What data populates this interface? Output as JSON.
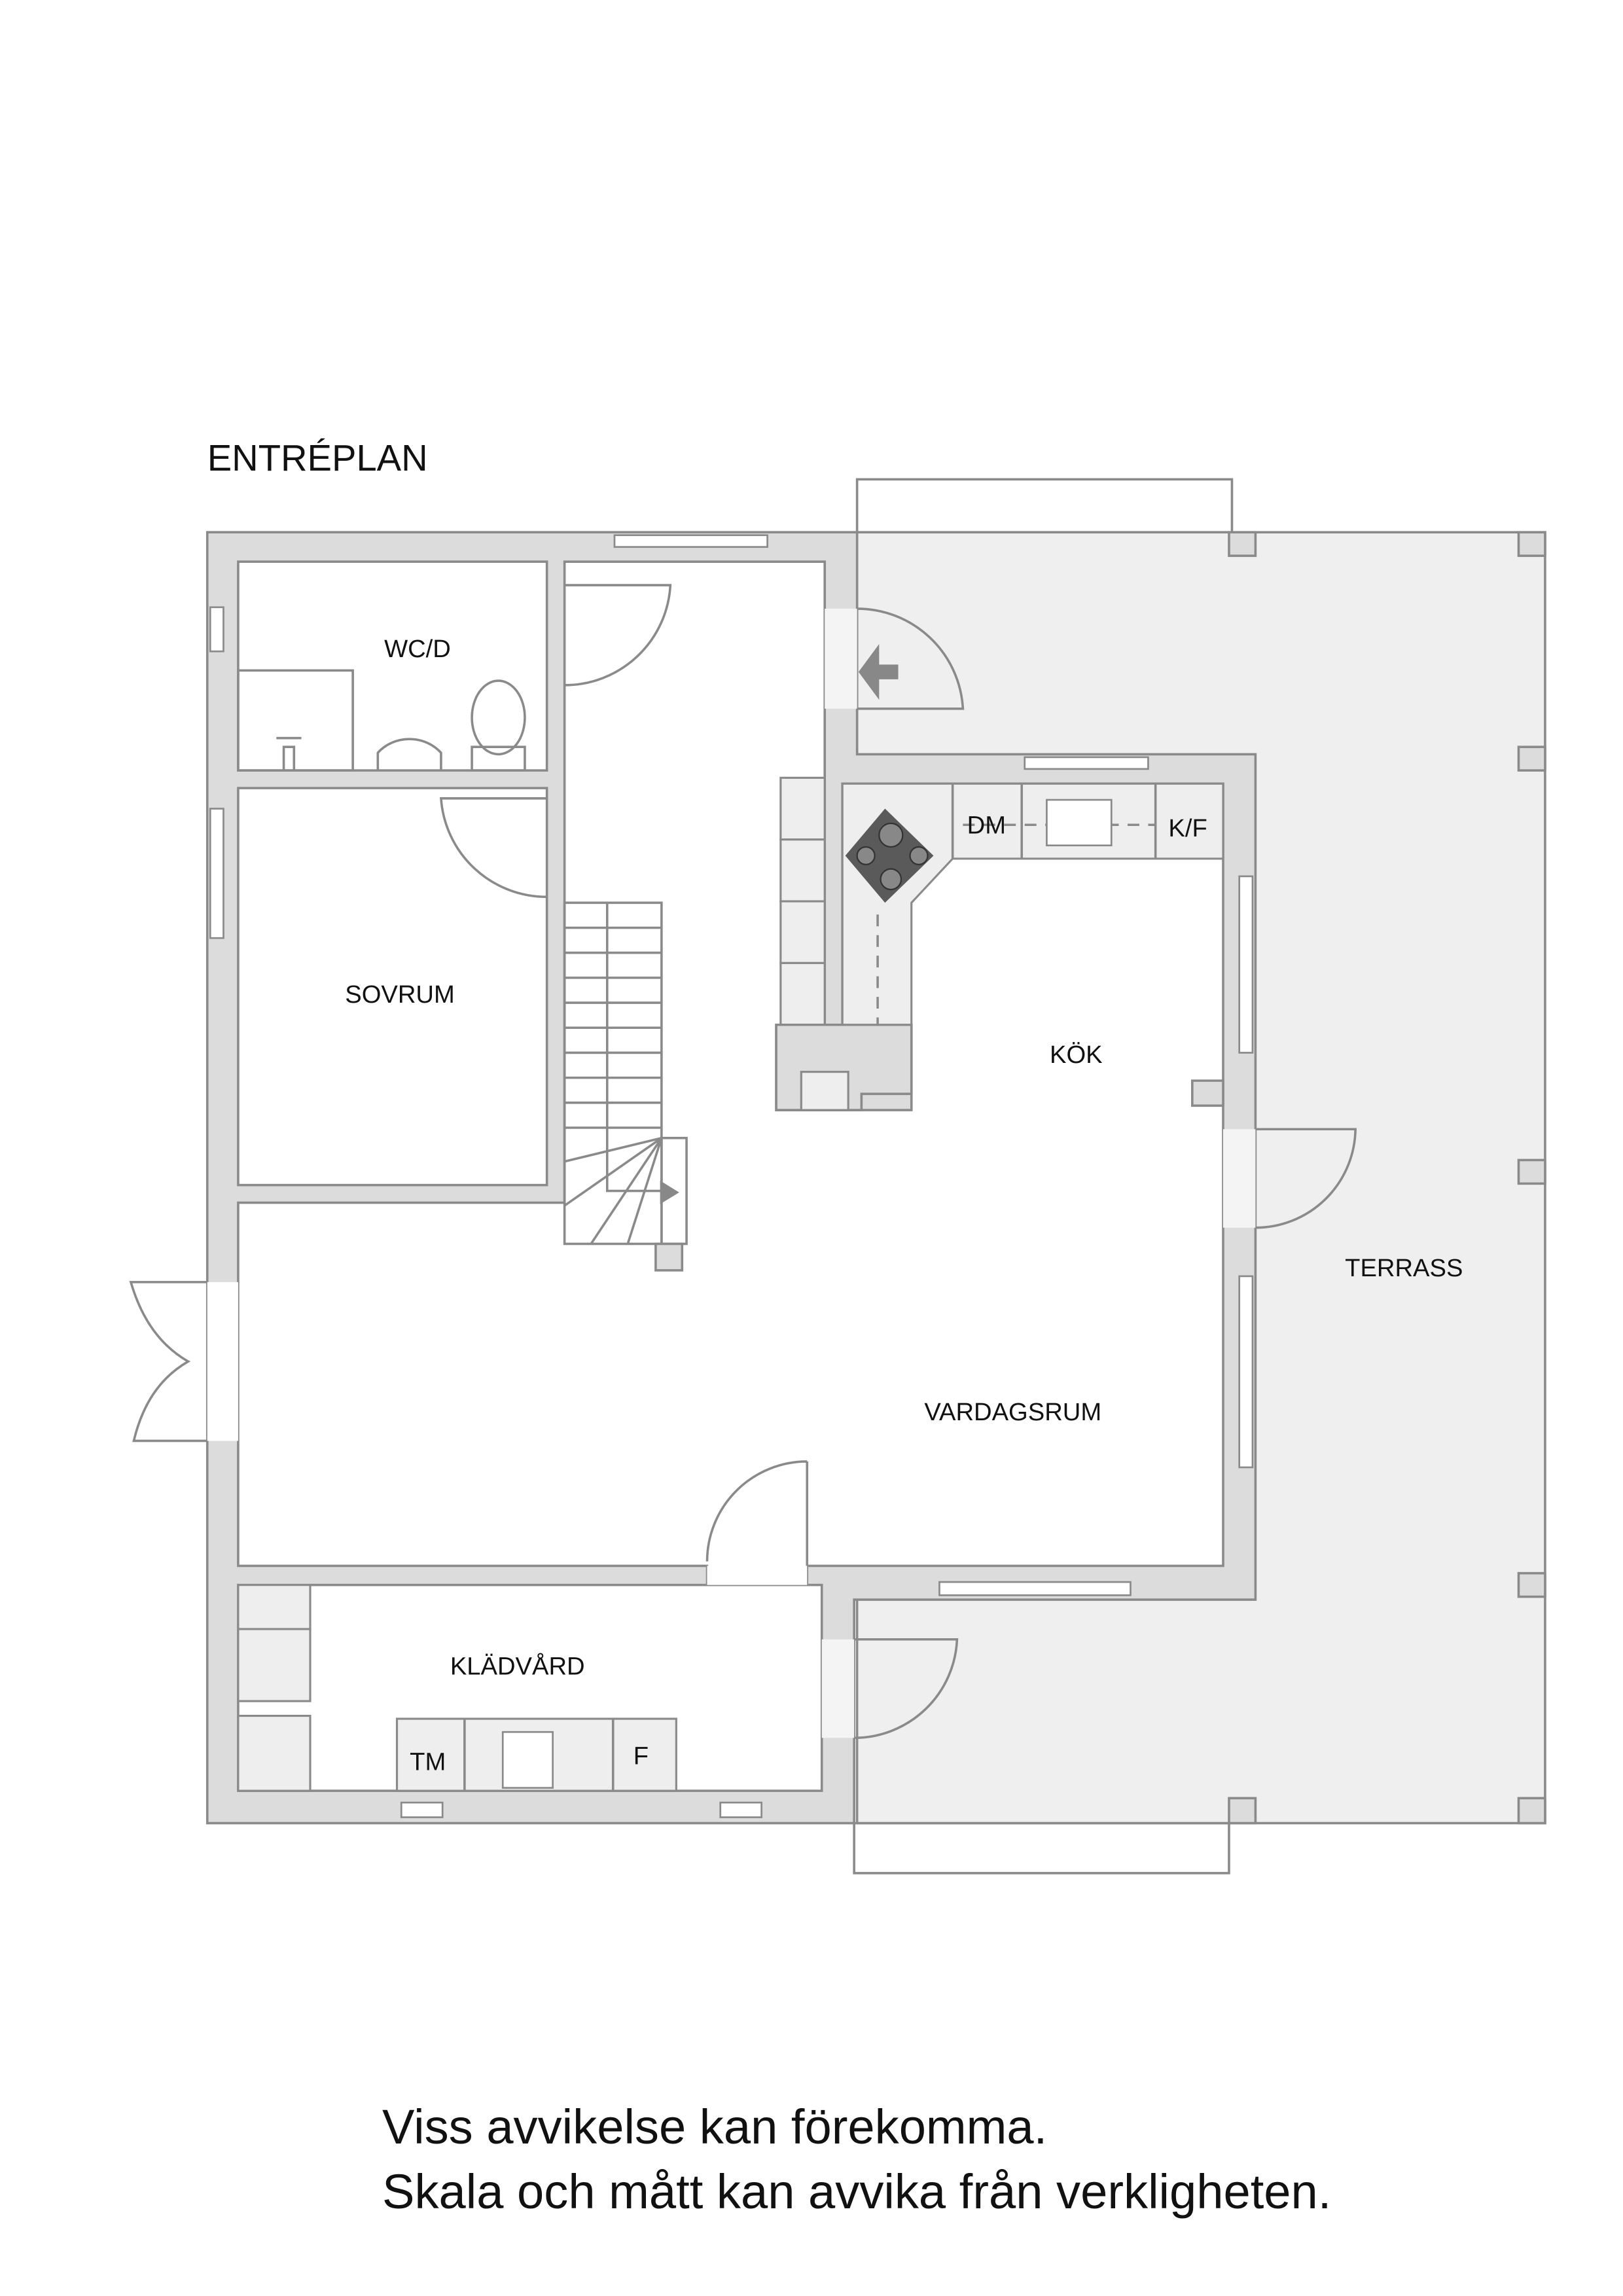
{
  "plan": {
    "title": "ENTRÉPLAN",
    "rooms": {
      "wc": "WC/D",
      "sovrum": "SOVRUM",
      "kok": "KÖK",
      "terrass": "TERRASS",
      "vardagsrum": "VARDAGSRUM",
      "kladvard": "KLÄDVÅRD"
    },
    "appliances": {
      "dm": "DM",
      "kf": "K/F",
      "tm": "TM",
      "f": "F"
    }
  },
  "footer": {
    "line1": "Viss avvikelse kan förekomma.",
    "line2": "Skala och mått kan avvika från verkligheten."
  },
  "colors": {
    "wall": "#dcdcdc",
    "terrace": "#efefef",
    "line": "#8a8a8a"
  }
}
